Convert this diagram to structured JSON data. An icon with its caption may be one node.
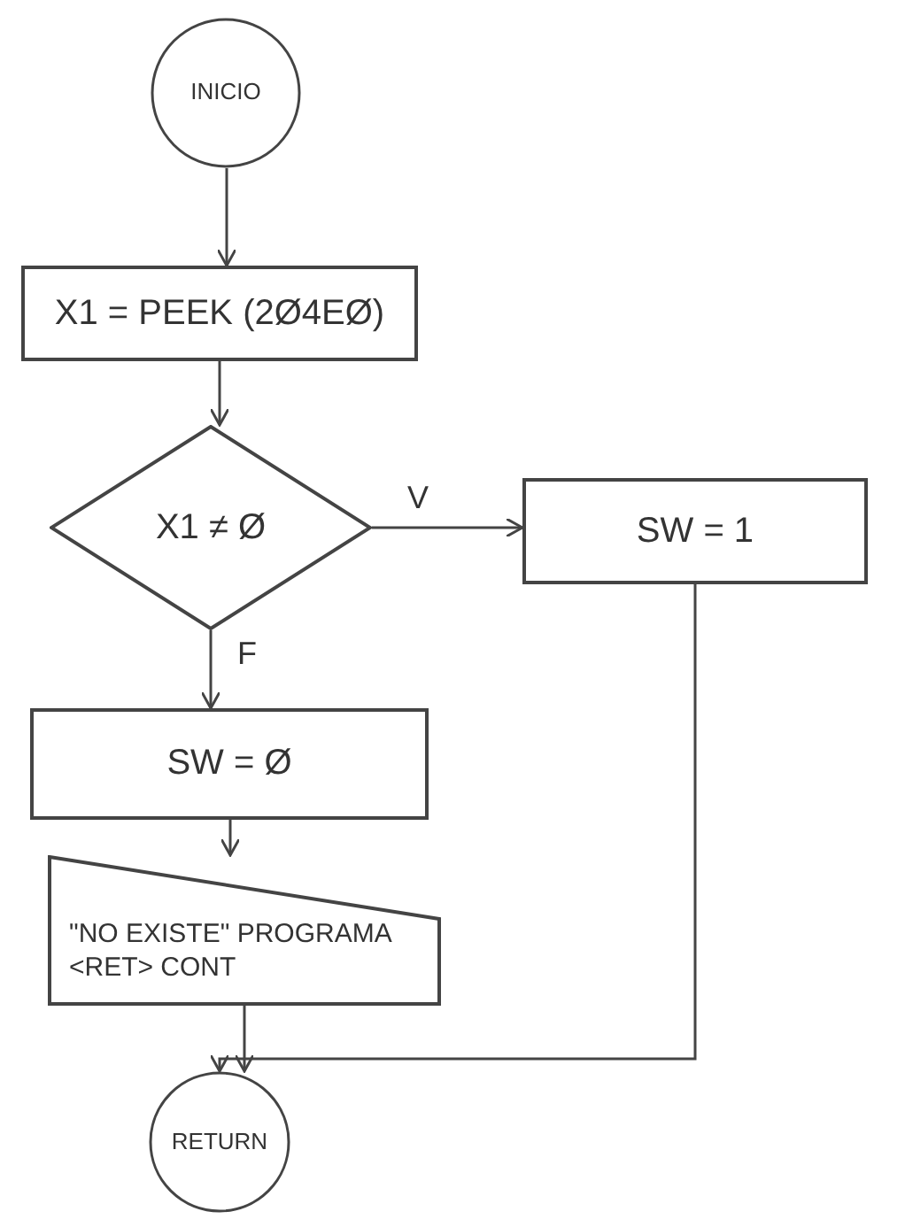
{
  "diagram": {
    "nodes": [
      {
        "text": [
          "INICIO"
        ]
      },
      {
        "text": [
          "X1 = PEEK (2Ø4EØ)"
        ]
      },
      {
        "text": [
          "X1 ≠ Ø"
        ]
      },
      {
        "text": [
          "SW = 1"
        ]
      },
      {
        "text": [
          "SW = Ø"
        ]
      },
      {
        "text": [
          "\"NO EXISTE\" PROGRAMA <RET> CONT"
        ]
      },
      {
        "text": [
          "RETURN"
        ]
      }
    ],
    "edges": [
      {
        "from": 0,
        "to": 1,
        "arrow": "to"
      },
      {
        "from": 1,
        "to": 2,
        "arrow": "to"
      },
      {
        "from": 2,
        "to": 3,
        "arrow": "to",
        "label": "V"
      },
      {
        "from": 2,
        "to": 4,
        "arrow": "to",
        "label": "F"
      },
      {
        "from": 4,
        "to": 5,
        "arrow": "to"
      },
      {
        "from": 5,
        "to": 6,
        "arrow": "to"
      },
      {
        "from": 3,
        "to": 6,
        "arrow": "to"
      }
    ]
  }
}
